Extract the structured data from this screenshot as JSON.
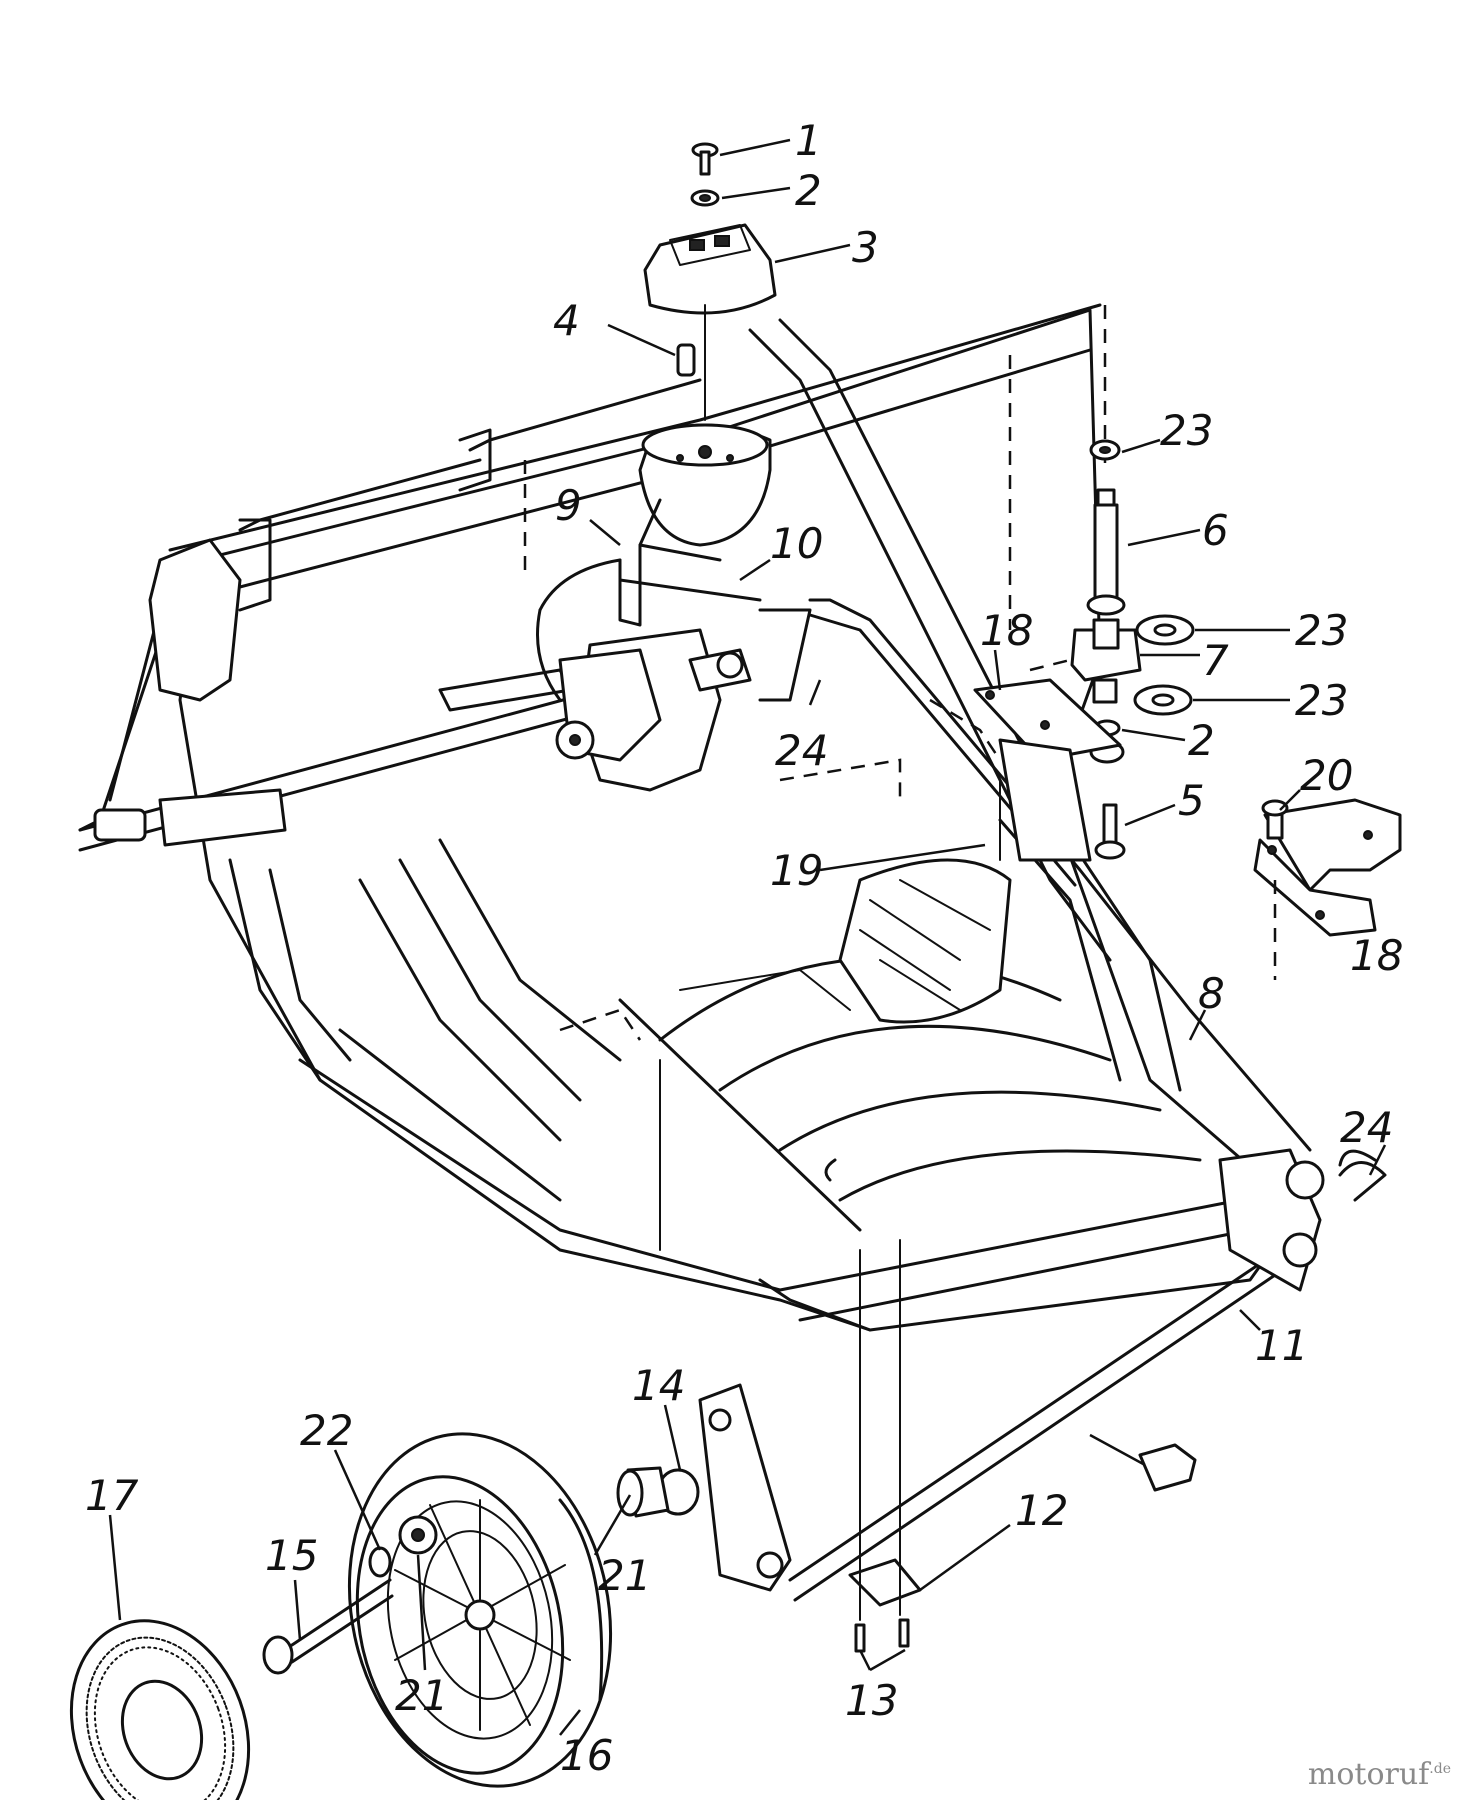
{
  "brand": {
    "name": "motoruf",
    "suffix": ".de",
    "color": "#8a8a8a"
  },
  "part_labels": [
    {
      "id": "1",
      "text": "1"
    },
    {
      "id": "2a",
      "text": "2"
    },
    {
      "id": "3",
      "text": "3"
    },
    {
      "id": "4",
      "text": "4"
    },
    {
      "id": "23a",
      "text": "23"
    },
    {
      "id": "6",
      "text": "6"
    },
    {
      "id": "9",
      "text": "9"
    },
    {
      "id": "10",
      "text": "10"
    },
    {
      "id": "23b",
      "text": "23"
    },
    {
      "id": "18a",
      "text": "18"
    },
    {
      "id": "7",
      "text": "7"
    },
    {
      "id": "23c",
      "text": "23"
    },
    {
      "id": "2b",
      "text": "2"
    },
    {
      "id": "24a",
      "text": "24"
    },
    {
      "id": "5",
      "text": "5"
    },
    {
      "id": "20",
      "text": "20"
    },
    {
      "id": "19",
      "text": "19"
    },
    {
      "id": "18b",
      "text": "18"
    },
    {
      "id": "8",
      "text": "8"
    },
    {
      "id": "24b",
      "text": "24"
    },
    {
      "id": "11",
      "text": "11"
    },
    {
      "id": "14",
      "text": "14"
    },
    {
      "id": "12",
      "text": "12"
    },
    {
      "id": "22",
      "text": "22"
    },
    {
      "id": "21a",
      "text": "21"
    },
    {
      "id": "15",
      "text": "15"
    },
    {
      "id": "17",
      "text": "17"
    },
    {
      "id": "13",
      "text": "13"
    },
    {
      "id": "21b",
      "text": "21"
    },
    {
      "id": "16",
      "text": "16"
    }
  ]
}
